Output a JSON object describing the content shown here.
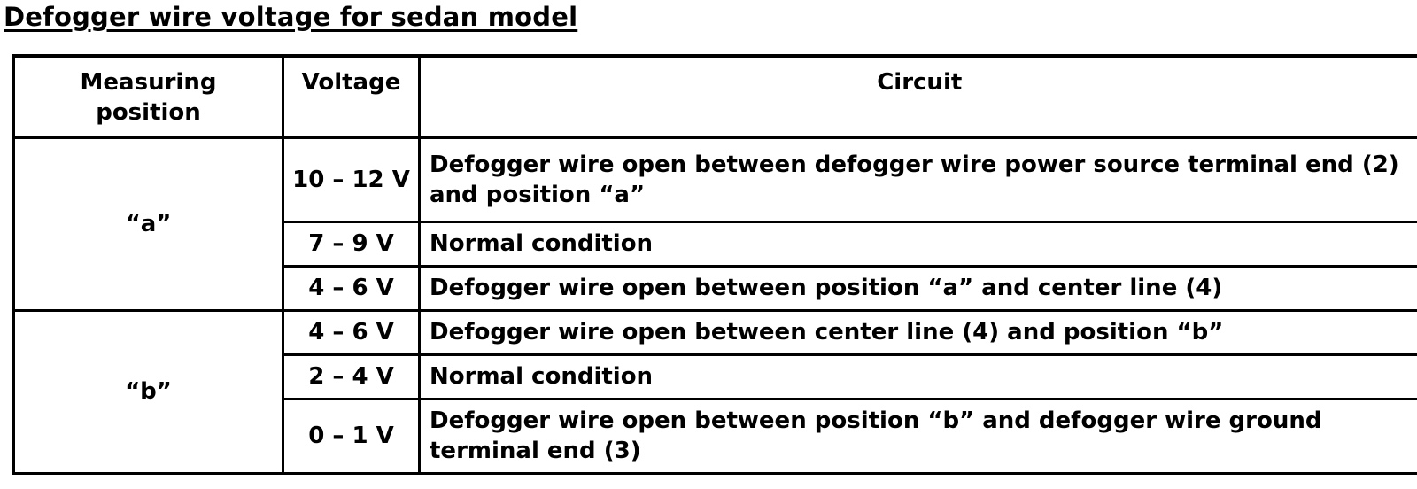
{
  "title": "Defogger wire voltage for sedan model",
  "table": {
    "headers": {
      "measuring_position": "Measuring position",
      "voltage": "Voltage",
      "circuit": "Circuit"
    },
    "groups": [
      {
        "position": "“a”",
        "rows": [
          {
            "voltage": "10 – 12 V",
            "circuit": "Defogger wire open between defogger wire power source terminal end (2) and position “a”"
          },
          {
            "voltage": "7 – 9 V",
            "circuit": "Normal condition"
          },
          {
            "voltage": "4 – 6 V",
            "circuit": "Defogger wire open between position “a” and center line (4)"
          }
        ]
      },
      {
        "position": "“b”",
        "rows": [
          {
            "voltage": "4 – 6 V",
            "circuit": "Defogger wire open between center line (4) and position “b”"
          },
          {
            "voltage": "2 – 4 V",
            "circuit": "Normal condition"
          },
          {
            "voltage": "0 – 1 V",
            "circuit": "Defogger wire open between position “b” and defogger wire ground terminal end (3)"
          }
        ]
      }
    ]
  }
}
